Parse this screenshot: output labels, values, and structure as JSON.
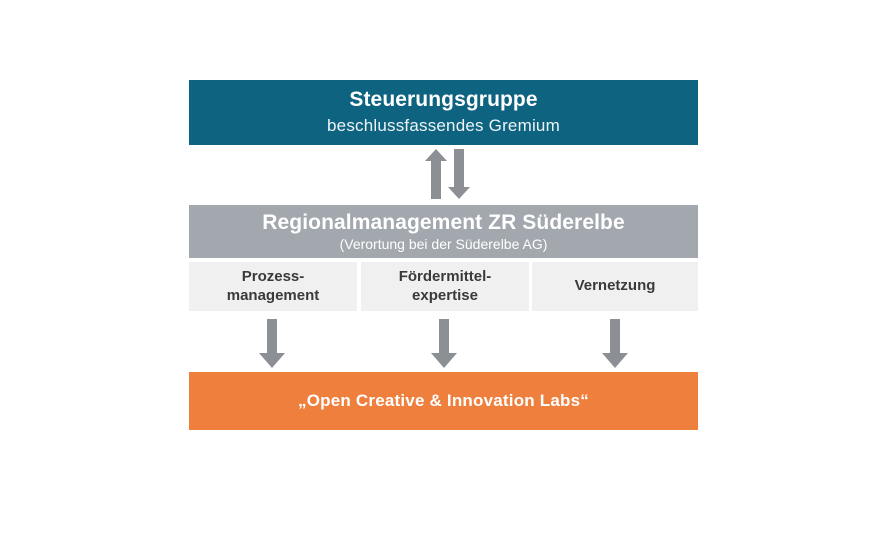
{
  "diagram": {
    "steering": {
      "title": "Steuerungsgruppe",
      "subtitle": "beschlussfassendes  Gremium",
      "color": "#0d6380"
    },
    "exchange_arrows": {
      "up_icon": "arrow-up-icon",
      "down_icon": "arrow-down-icon",
      "color": "#8c9094"
    },
    "regional": {
      "title": "Regionalmanagement ZR Süderelbe",
      "subtitle": "(Verortung bei der Süderelbe AG)",
      "color": "#a2a8ae"
    },
    "capabilities": [
      {
        "label": "Prozess-\nmanagement",
        "line1": "Prozess-",
        "line2": "management"
      },
      {
        "label": "Fördermittel-\nexpertise",
        "line1": "Fördermittel-",
        "line2": "expertise"
      },
      {
        "label": "Vernetzung",
        "line1": "Vernetzung",
        "line2": ""
      }
    ],
    "flow_arrows": {
      "icon": "arrow-down-icon",
      "count": 3,
      "color": "#8c9094"
    },
    "labs": {
      "title": "„Open Creative & Innovation Labs“",
      "color": "#ef7f3c"
    }
  }
}
